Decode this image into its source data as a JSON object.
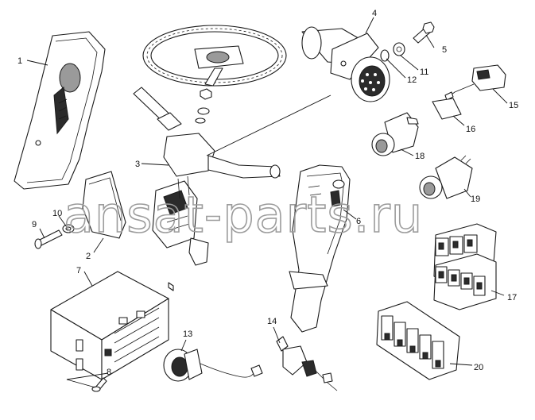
{
  "watermark": "ansat-parts.ru",
  "parts": [
    {
      "id": "1",
      "label": "1"
    },
    {
      "id": "2",
      "label": "2"
    },
    {
      "id": "3",
      "label": "3"
    },
    {
      "id": "4",
      "label": "4"
    },
    {
      "id": "5",
      "label": "5"
    },
    {
      "id": "6",
      "label": "6"
    },
    {
      "id": "7",
      "label": "7"
    },
    {
      "id": "8",
      "label": "8"
    },
    {
      "id": "9",
      "label": "9"
    },
    {
      "id": "10",
      "label": "10"
    },
    {
      "id": "11",
      "label": "11"
    },
    {
      "id": "12",
      "label": "12"
    },
    {
      "id": "13",
      "label": "13"
    },
    {
      "id": "14",
      "label": "14"
    },
    {
      "id": "15",
      "label": "15"
    },
    {
      "id": "16",
      "label": "16"
    },
    {
      "id": "17",
      "label": "17"
    },
    {
      "id": "18",
      "label": "18"
    },
    {
      "id": "19",
      "label": "19"
    },
    {
      "id": "20",
      "label": "20"
    }
  ]
}
